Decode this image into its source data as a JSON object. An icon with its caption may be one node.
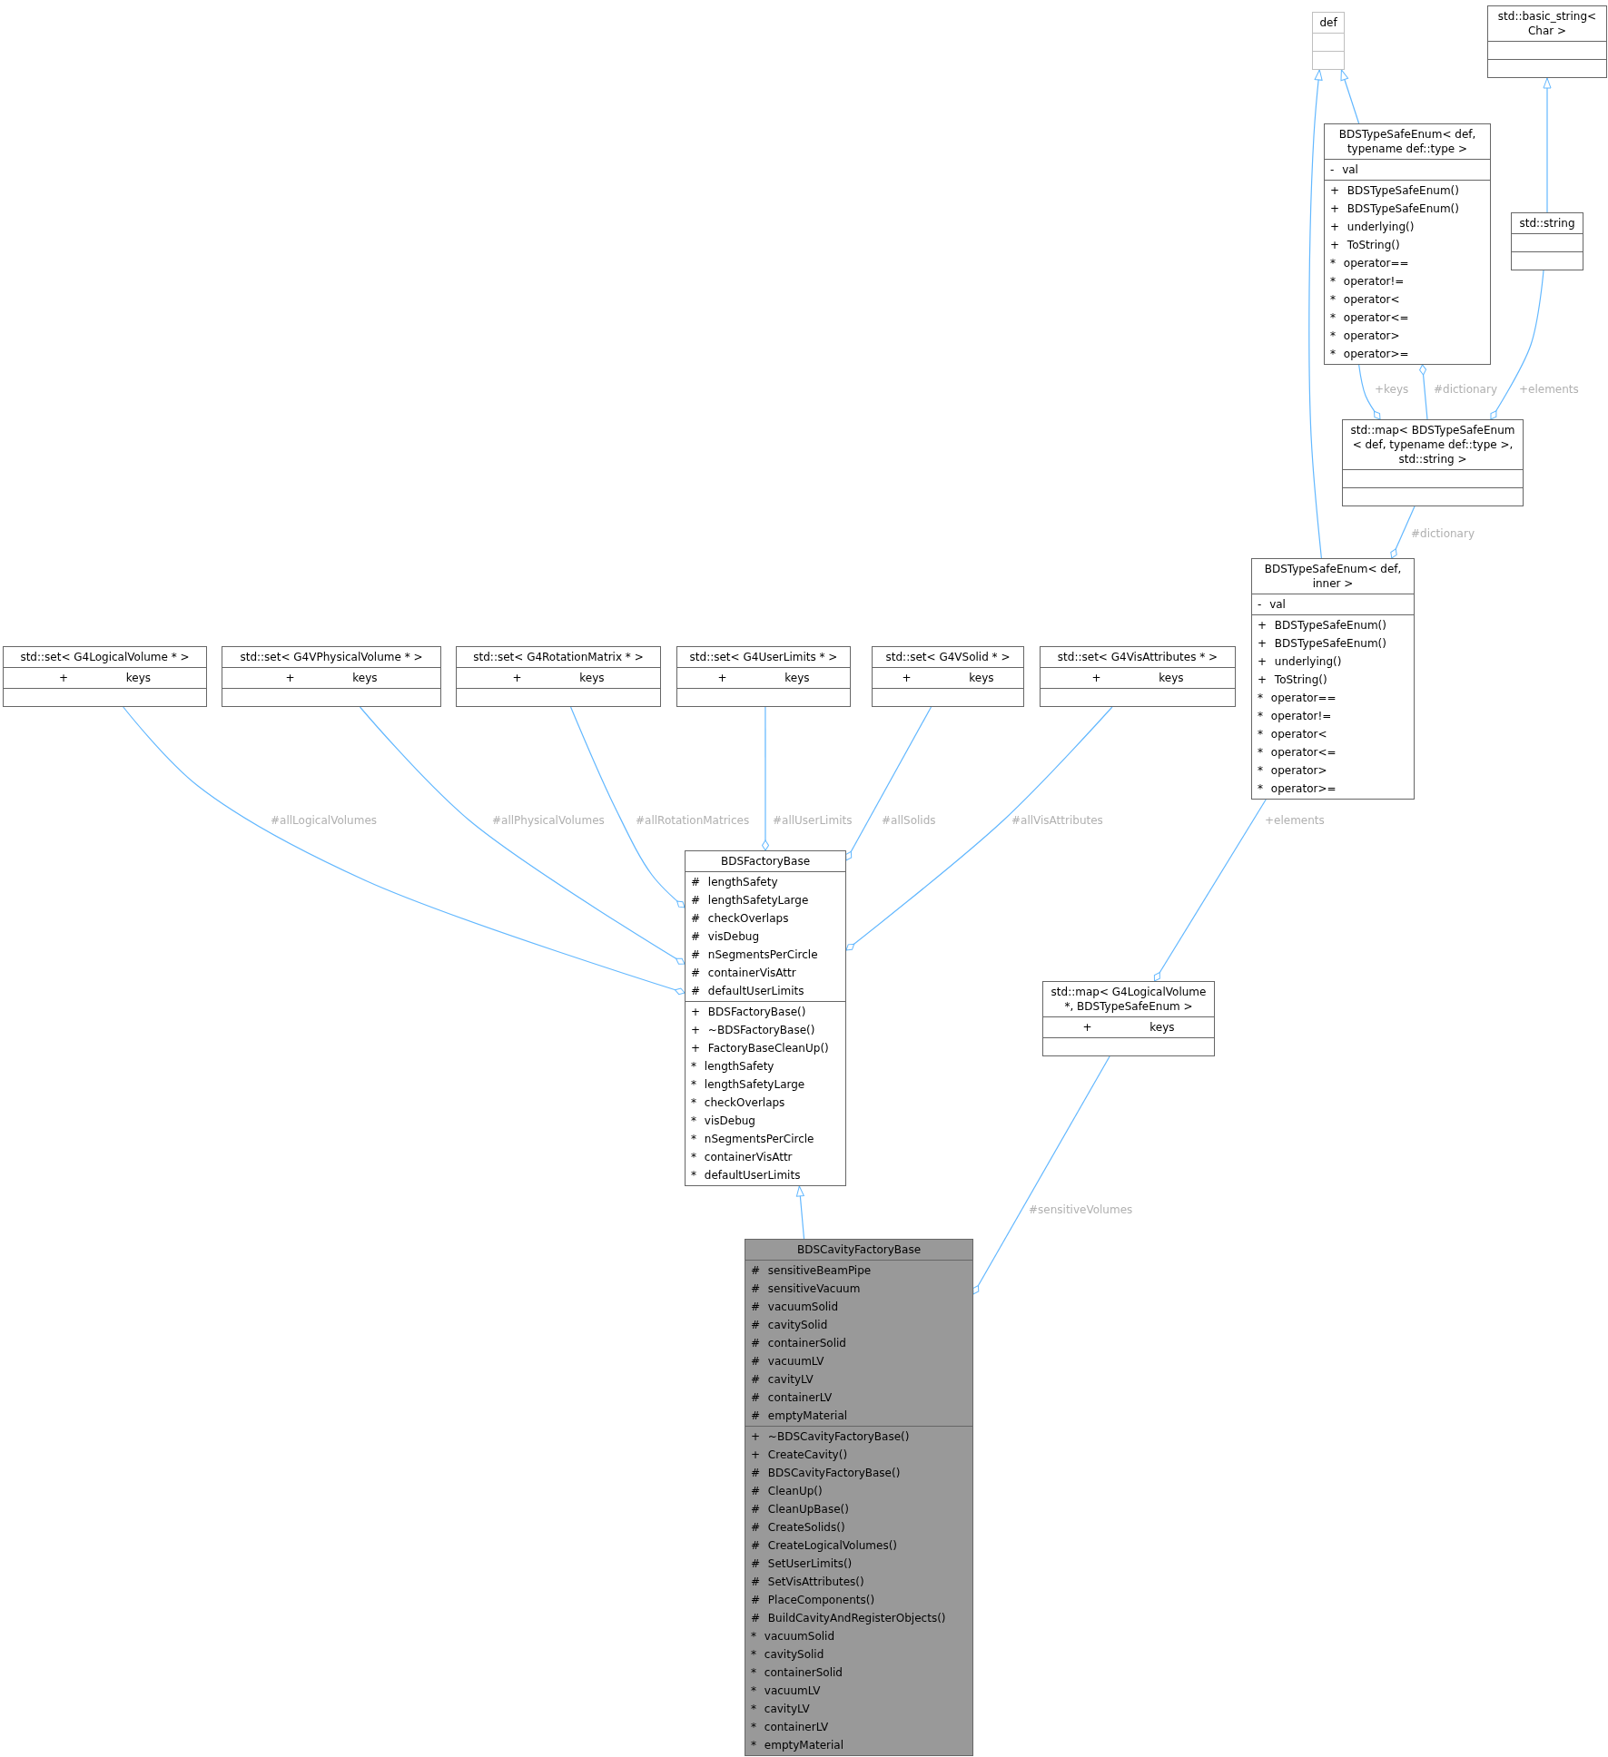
{
  "diagram": {
    "nodes": [
      {
        "text": [
          "def"
        ]
      },
      {
        "text": [],
        "shape": "box",
        "in": 0
      },
      {
        "text": [],
        "shape": "box",
        "in": 0
      },
      {
        "text": [
          "std::basic_string< Char >"
        ]
      },
      {
        "text": [],
        "shape": "box",
        "in": 3
      },
      {
        "text": [],
        "shape": "box",
        "in": 3
      },
      {
        "text": [
          "BDSTypeSafeEnum< def, typename def::type >"
        ]
      },
      {
        "text": [
          "- val"
        ],
        "in": 6
      },
      {
        "text": [
          "+ BDSTypeSafeEnum()",
          "+ BDSTypeSafeEnum()",
          "+ underlying()",
          "+ ToString()",
          "* operator==",
          "* operator!=",
          "* operator<",
          "* operator<=",
          "* operator>",
          "* operator>="
        ],
        "in": 6
      },
      {
        "text": [
          "std::string"
        ]
      },
      {
        "text": [],
        "shape": "box",
        "in": 9
      },
      {
        "text": [],
        "shape": "box",
        "in": 9
      },
      {
        "text": [
          "std::map< BDSTypeSafeEnum < def, typename def::type >, std::string >"
        ]
      },
      {
        "text": [],
        "shape": "box",
        "in": 12
      },
      {
        "text": [],
        "shape": "box",
        "in": 12
      },
      {
        "text": [
          "BDSTypeSafeEnum< def, inner >"
        ]
      },
      {
        "text": [
          "- val"
        ],
        "in": 15
      },
      {
        "text": [
          "+ BDSTypeSafeEnum()",
          "+ BDSTypeSafeEnum()",
          "+ underlying()",
          "+ ToString()",
          "* operator==",
          "* operator!=",
          "* operator<",
          "* operator<=",
          "* operator>",
          "* operator>="
        ],
        "in": 15
      },
      {
        "text": [
          "std::set< G4LogicalVolume * >"
        ]
      },
      {
        "text": [
          "+ keys"
        ],
        "in": 18
      },
      {
        "text": [],
        "shape": "box",
        "in": 18
      },
      {
        "text": [
          "std::set< G4VPhysicalVolume * >"
        ]
      },
      {
        "text": [
          "+ keys"
        ],
        "in": 21
      },
      {
        "text": [],
        "shape": "box",
        "in": 21
      },
      {
        "text": [
          "std::set< G4RotationMatrix * >"
        ]
      },
      {
        "text": [
          "+ keys"
        ],
        "in": 24
      },
      {
        "text": [],
        "shape": "box",
        "in": 24
      },
      {
        "text": [
          "std::set< G4UserLimits * >"
        ]
      },
      {
        "text": [
          "+ keys"
        ],
        "in": 27
      },
      {
        "text": [],
        "shape": "box",
        "in": 27
      },
      {
        "text": [
          "std::set< G4VSolid * >"
        ]
      },
      {
        "text": [
          "+ keys"
        ],
        "in": 30
      },
      {
        "text": [],
        "shape": "box",
        "in": 30
      },
      {
        "text": [
          "std::set< G4VisAttributes * >"
        ]
      },
      {
        "text": [
          "+ keys"
        ],
        "in": 33
      },
      {
        "text": [],
        "shape": "box",
        "in": 33
      },
      {
        "text": [
          "BDSFactoryBase"
        ]
      },
      {
        "text": [
          "# lengthSafety",
          "# lengthSafetyLarge",
          "# checkOverlaps",
          "# visDebug",
          "# nSegmentsPerCircle",
          "# containerVisAttr",
          "# defaultUserLimits"
        ],
        "in": 36
      },
      {
        "text": [
          "+ BDSFactoryBase()",
          "+ ~BDSFactoryBase()",
          "+ FactoryBaseCleanUp()",
          "* lengthSafety",
          "* lengthSafetyLarge",
          "* checkOverlaps",
          "* visDebug",
          "* nSegmentsPerCircle",
          "* containerVisAttr",
          "* defaultUserLimits"
        ],
        "in": 36
      },
      {
        "text": [
          "std::map< G4LogicalVolume *, BDSTypeSafeEnum >"
        ]
      },
      {
        "text": [
          "+ keys"
        ],
        "in": 39
      },
      {
        "text": [],
        "shape": "box",
        "in": 39
      },
      {
        "text": [
          "BDSCavityFactoryBase"
        ]
      },
      {
        "text": [
          "# sensitiveBeamPipe",
          "# sensitiveVacuum",
          "# vacuumSolid",
          "# cavitySolid",
          "# containerSolid",
          "# vacuumLV",
          "# cavityLV",
          "# containerLV",
          "# emptyMaterial"
        ],
        "in": 42
      },
      {
        "text": [
          "+ ~BDSCavityFactoryBase()",
          "+ CreateCavity()",
          "# BDSCavityFactoryBase()",
          "# CleanUp()",
          "# CleanUpBase()",
          "# CreateSolids()",
          "# CreateLogicalVolumes()",
          "# SetUserLimits()",
          "# SetVisAttributes()",
          "# PlaceComponents()",
          "# BuildCavityAndRegisterObjects()",
          "* vacuumSolid",
          "* cavitySolid",
          "* containerSolid",
          "* vacuumLV",
          "* cavityLV",
          "* containerLV",
          "* emptyMaterial"
        ],
        "in": 42
      }
    ],
    "edges": [
      {
        "from": 6,
        "to": 0,
        "arrow": "to"
      },
      {
        "from": 15,
        "to": 0,
        "arrow": "to"
      },
      {
        "from": 9,
        "to": 3,
        "arrow": "to"
      },
      {
        "from": 6,
        "to": 12,
        "arrow": "other",
        "label": "+keys"
      },
      {
        "from": 12,
        "to": 6,
        "arrow": "other",
        "label": "#dictionary"
      },
      {
        "from": 9,
        "to": 12,
        "arrow": "other",
        "label": "+elements"
      },
      {
        "from": 12,
        "to": 15,
        "arrow": "other",
        "label": "#dictionary"
      },
      {
        "from": 18,
        "to": 36,
        "arrow": "other",
        "label": "#allLogicalVolumes"
      },
      {
        "from": 21,
        "to": 36,
        "arrow": "other",
        "label": "#allPhysicalVolumes"
      },
      {
        "from": 24,
        "to": 36,
        "arrow": "other",
        "label": "#allRotationMatrices"
      },
      {
        "from": 27,
        "to": 36,
        "arrow": "other",
        "label": "#allUserLimits"
      },
      {
        "from": 30,
        "to": 36,
        "arrow": "other",
        "label": "#allSolids"
      },
      {
        "from": 33,
        "to": 36,
        "arrow": "other",
        "label": "#allVisAttributes"
      },
      {
        "from": 15,
        "to": 39,
        "arrow": "other",
        "label": "+elements"
      },
      {
        "from": 39,
        "to": 42,
        "arrow": "other",
        "label": "#sensitiveVolumes"
      },
      {
        "from": 42,
        "to": 36,
        "arrow": "to"
      }
    ]
  }
}
